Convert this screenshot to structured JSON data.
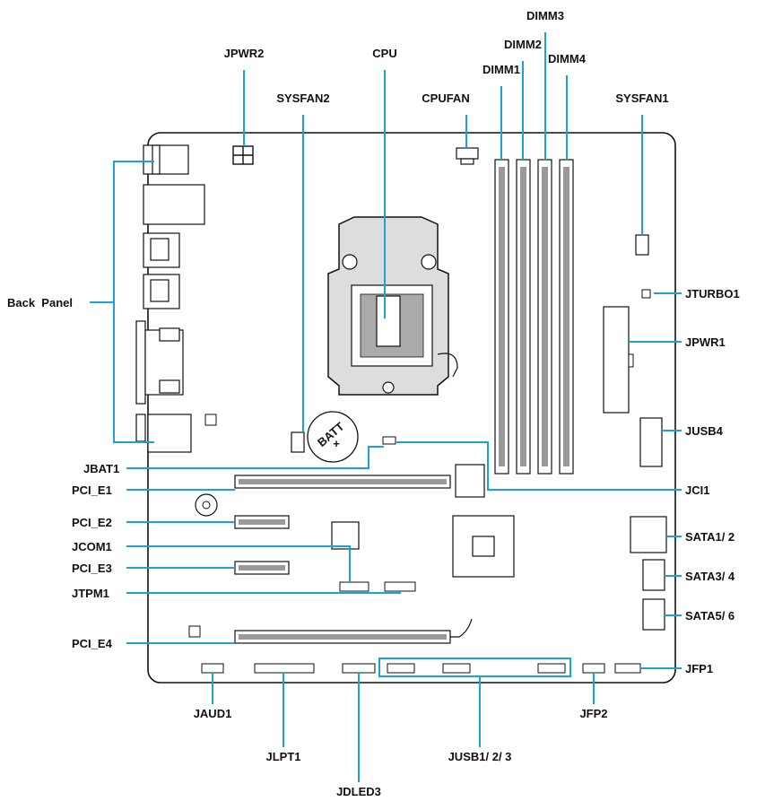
{
  "colors": {
    "leader": "#1aa3d9",
    "outline": "#111111",
    "socket_fill": "#dddddd",
    "pin_fill": "#777777",
    "background": "#ffffff"
  },
  "labels": {
    "dimm3": "DIMM3",
    "jpwr2": "JPWR2",
    "cpu": "CPU",
    "dimm2": "DIMM2",
    "dimm4": "DIMM4",
    "dimm1": "DIMM1",
    "sysfan2": "SYSFAN2",
    "cpufan": "CPUFAN",
    "sysfan1": "SYSFAN1",
    "back_panel": "Back  Panel",
    "jturbo1": "JTURBO1",
    "jpwr1": "JPWR1",
    "jusb4": "JUSB4",
    "jbat1": "JBAT1",
    "pci_e1": "PCI_E1",
    "jci1": "JCI1",
    "pci_e2": "PCI_E2",
    "sata12": "SATA1/ 2",
    "jcom1": "JCOM1",
    "pci_e3": "PCI_E3",
    "sata34": "SATA3/ 4",
    "jtpm1": "JTPM1",
    "sata56": "SATA5/ 6",
    "pci_e4": "PCI_E4",
    "jfp1": "JFP1",
    "jaud1": "JAUD1",
    "jfp2": "JFP2",
    "jlpt1": "JLPT1",
    "jusb123": "JUSB1/ 2/ 3",
    "jdled3": "JDLED3"
  },
  "battery_text": {
    "name": "BATT",
    "polarity": "+"
  }
}
